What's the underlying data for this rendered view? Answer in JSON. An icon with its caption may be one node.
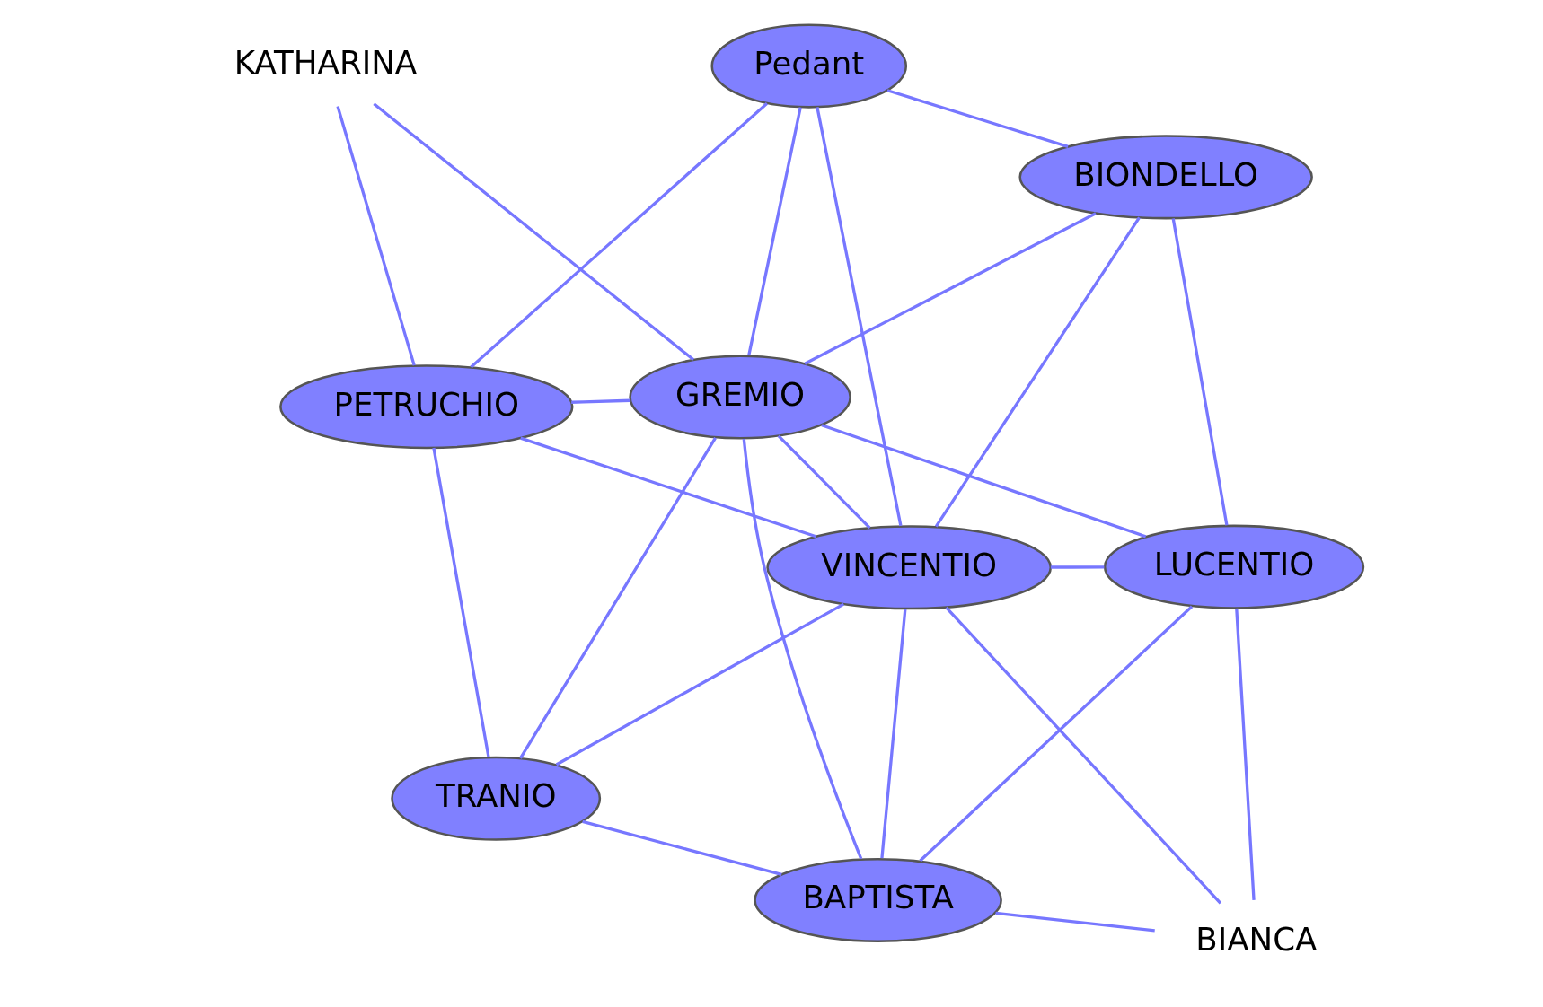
{
  "diagram": {
    "nodes": [
      {
        "text": [
          "KATHARINA"
        ]
      },
      {
        "text": [
          "PETRUCHIO"
        ]
      },
      {
        "text": [
          "Pedant"
        ]
      },
      {
        "text": [
          "GREMIO"
        ]
      },
      {
        "text": [
          "BIONDELLO"
        ]
      },
      {
        "text": [
          "VINCENTIO"
        ]
      },
      {
        "text": [
          "TRANIO"
        ]
      },
      {
        "text": [
          "LUCENTIO"
        ]
      },
      {
        "text": [
          "BAPTISTA"
        ]
      },
      {
        "text": [
          "BIANCA"
        ]
      }
    ],
    "edges": [
      {
        "from": 0,
        "to": 1,
        "arrow": "none"
      },
      {
        "from": 0,
        "to": 3,
        "arrow": "none"
      },
      {
        "from": 1,
        "to": 3,
        "arrow": "none"
      },
      {
        "from": 1,
        "to": 5,
        "arrow": "none"
      },
      {
        "from": 1,
        "to": 2,
        "arrow": "none"
      },
      {
        "from": 1,
        "to": 6,
        "arrow": "none"
      },
      {
        "from": 2,
        "to": 3,
        "arrow": "none"
      },
      {
        "from": 2,
        "to": 5,
        "arrow": "none"
      },
      {
        "from": 2,
        "to": 4,
        "arrow": "none"
      },
      {
        "from": 3,
        "to": 4,
        "arrow": "none"
      },
      {
        "from": 3,
        "to": 5,
        "arrow": "none"
      },
      {
        "from": 3,
        "to": 6,
        "arrow": "none"
      },
      {
        "from": 3,
        "to": 7,
        "arrow": "none"
      },
      {
        "from": 3,
        "to": 8,
        "arrow": "none"
      },
      {
        "from": 5,
        "to": 4,
        "arrow": "none"
      },
      {
        "from": 5,
        "to": 6,
        "arrow": "none"
      },
      {
        "from": 5,
        "to": 7,
        "arrow": "none"
      },
      {
        "from": 7,
        "to": 4,
        "arrow": "none"
      },
      {
        "from": 5,
        "to": 8,
        "arrow": "none"
      },
      {
        "from": 5,
        "to": 9,
        "arrow": "none"
      },
      {
        "from": 7,
        "to": 8,
        "arrow": "none"
      },
      {
        "from": 7,
        "to": 9,
        "arrow": "none"
      },
      {
        "from": 8,
        "to": 9,
        "arrow": "none"
      },
      {
        "from": 8,
        "to": 6,
        "arrow": "none"
      }
    ]
  }
}
